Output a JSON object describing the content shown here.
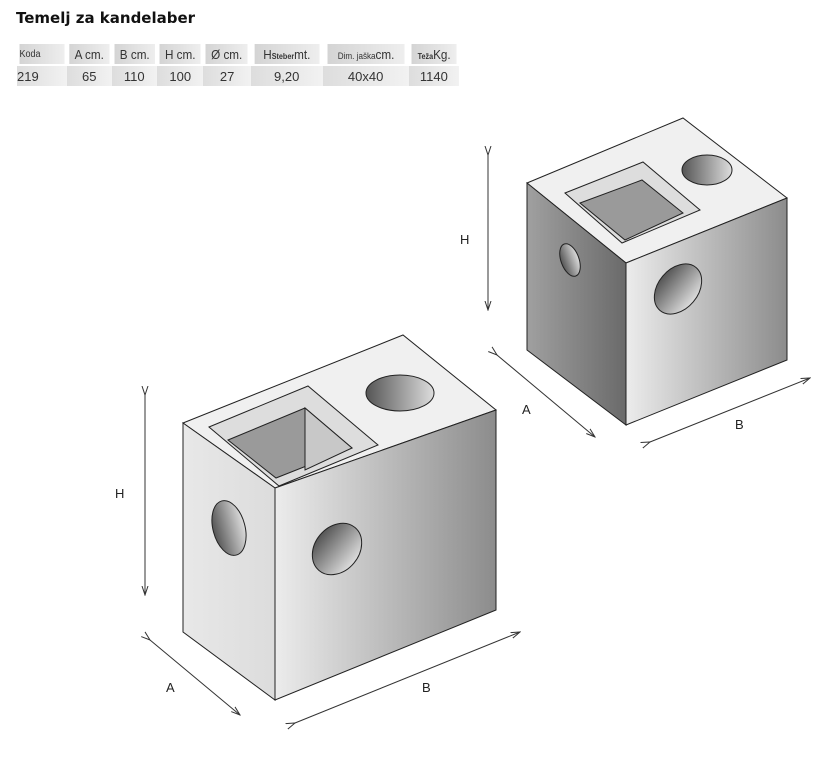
{
  "title": "Temelj za kandelaber",
  "table": {
    "headers": [
      "Koda",
      "A cm.",
      "B cm.",
      "H cm.",
      "Ø cm.",
      "H",
      "Steber",
      "mt.",
      "Dim. jaška",
      "cm.",
      "Teža",
      "Kg."
    ],
    "row": [
      "219",
      "65",
      "110",
      "100",
      "27",
      "9,20",
      "40x40",
      "1140"
    ]
  },
  "diagram": {
    "labels": {
      "h": "H",
      "a": "A",
      "b": "B"
    }
  }
}
